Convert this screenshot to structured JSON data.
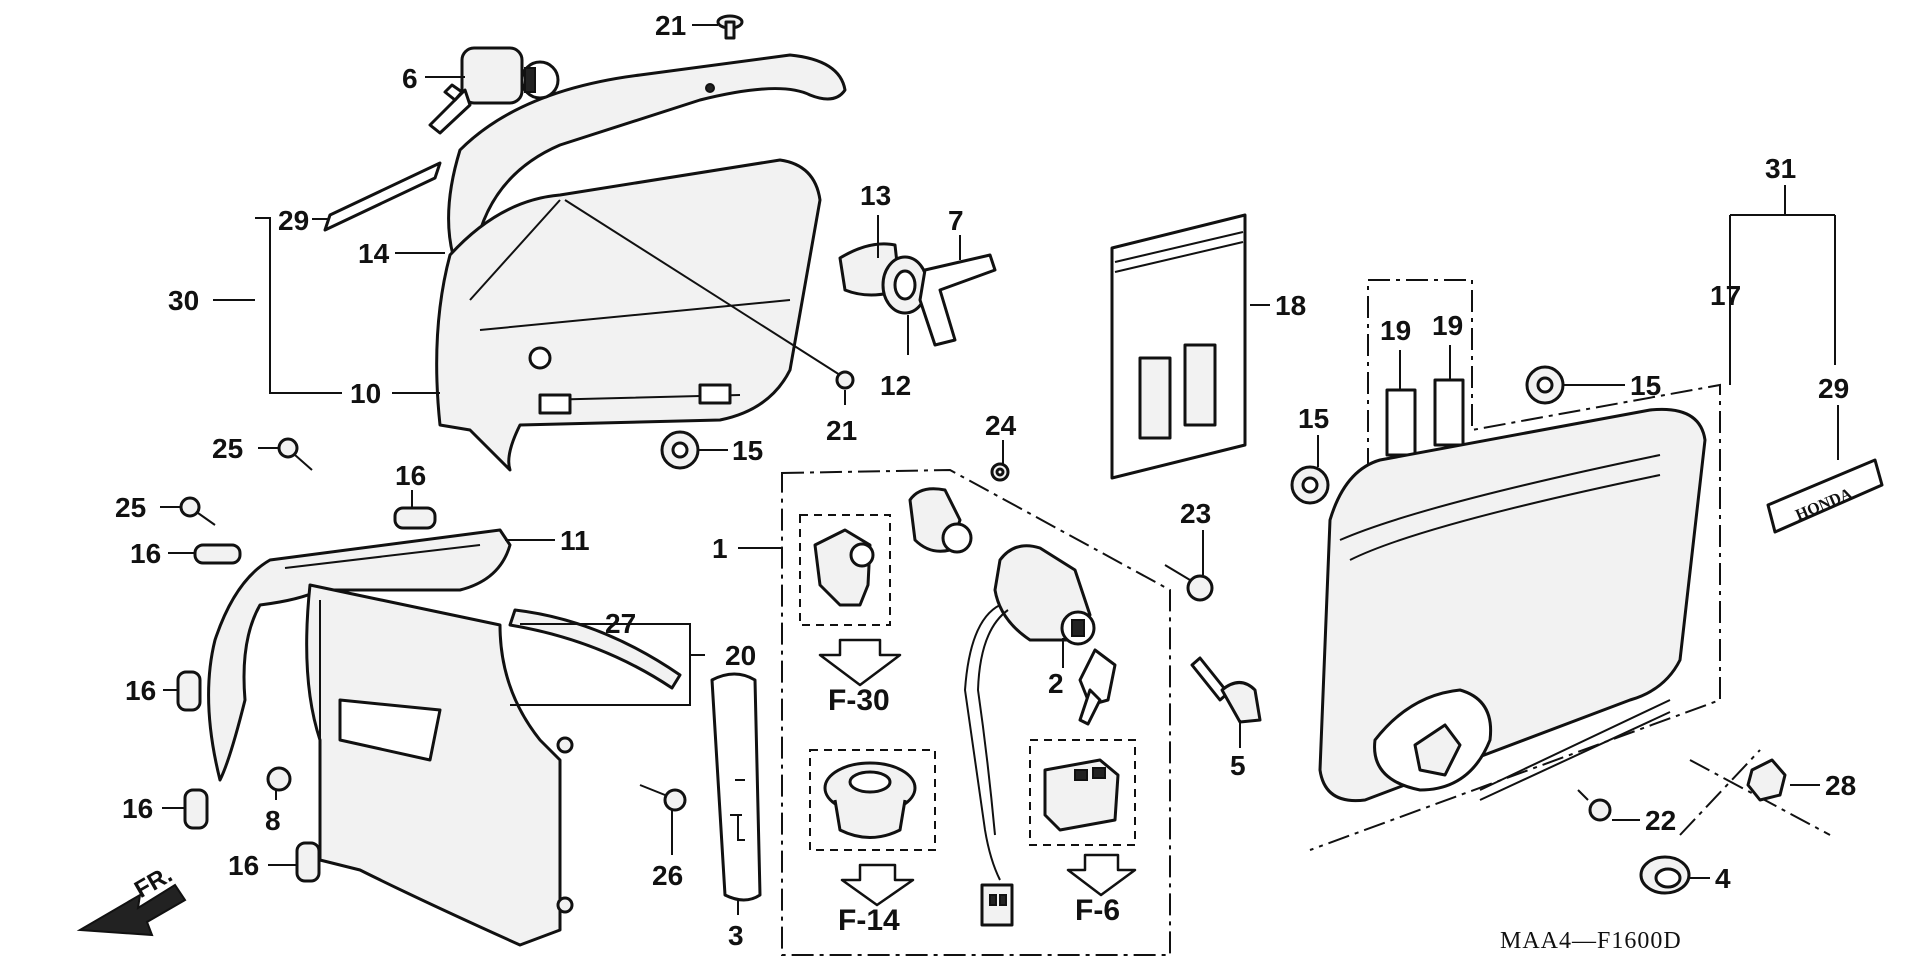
{
  "diagram": {
    "part_code": "MAA4—F1600D",
    "direction_label": "FR.",
    "emblem_text": "HONDA",
    "callouts": {
      "c1": "1",
      "c2": "2",
      "c3": "3",
      "c4": "4",
      "c5": "5",
      "c6": "6",
      "c7": "7",
      "c8": "8",
      "c10": "10",
      "c11": "11",
      "c12": "12",
      "c13": "13",
      "c14": "14",
      "c15a": "15",
      "c15b": "15",
      "c15c": "15",
      "c16a": "16",
      "c16b": "16",
      "c16c": "16",
      "c16d": "16",
      "c16e": "16",
      "c17": "17",
      "c18": "18",
      "c19a": "19",
      "c19b": "19",
      "c20": "20",
      "c21a": "21",
      "c21b": "21",
      "c22": "22",
      "c23": "23",
      "c24": "24",
      "c25a": "25",
      "c25b": "25",
      "c26": "26",
      "c27": "27",
      "c28": "28",
      "c29a": "29",
      "c29b": "29",
      "c30": "30",
      "c31": "31"
    },
    "references": {
      "f30": "F-30",
      "f14": "F-14",
      "f6": "F-6"
    }
  }
}
